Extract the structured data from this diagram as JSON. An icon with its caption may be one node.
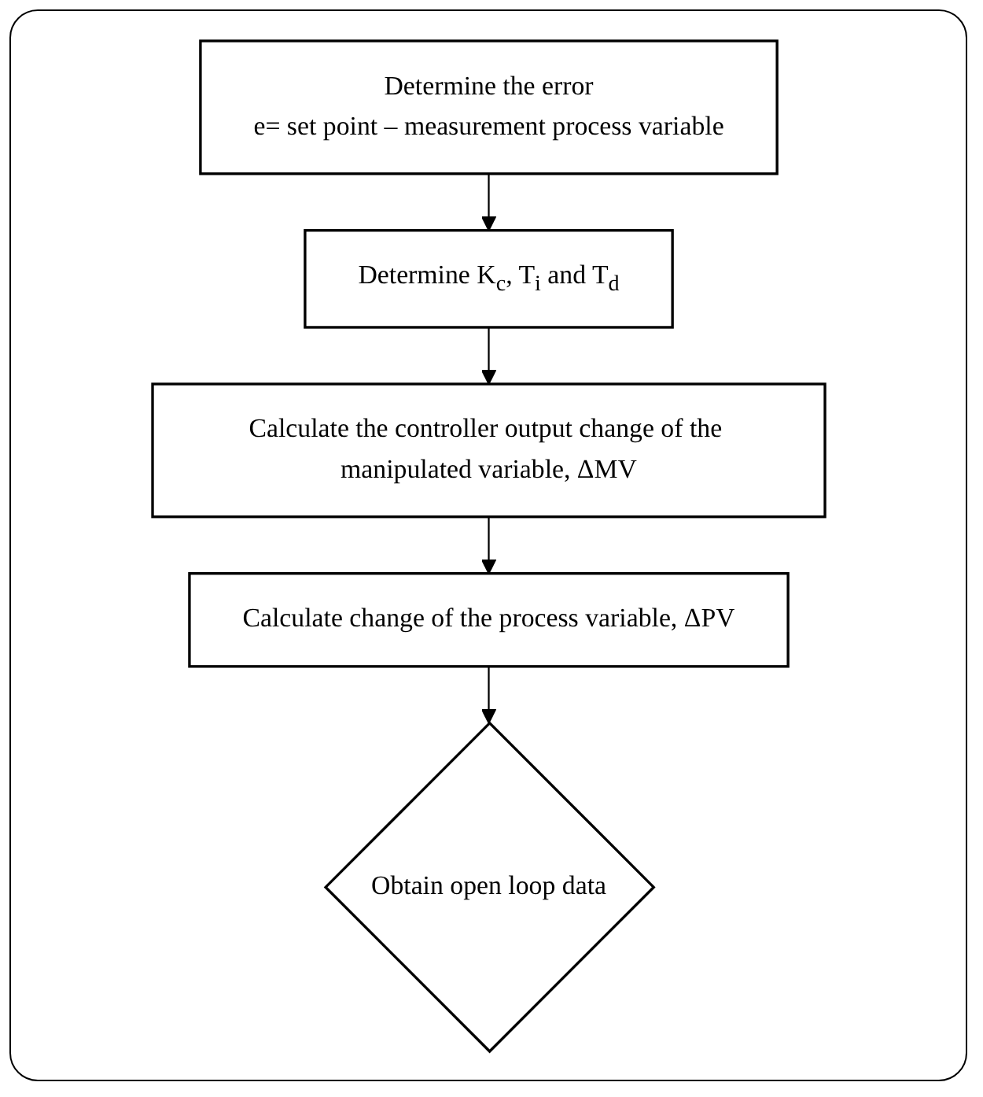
{
  "diagram": {
    "nodes": [
      {
        "text": [
          "Determine the error",
          "e= set point – measurement process variable"
        ]
      },
      {
        "text": [
          "Determine K$_{c}$, T$_{i}$ and T$_{d}$"
        ]
      },
      {
        "text": [
          "Calculate the controller output change of the manipulated variable, ΔMV"
        ]
      },
      {
        "text": [
          "Calculate change of the process variable, ΔPV"
        ]
      },
      {
        "text": [
          "Obtain open loop data"
        ]
      }
    ],
    "edges": [
      {
        "from": 0,
        "to": 1,
        "arrow": "to"
      },
      {
        "from": 1,
        "to": 2,
        "arrow": "to"
      },
      {
        "from": 2,
        "to": 3,
        "arrow": "to"
      },
      {
        "from": 3,
        "to": 4,
        "arrow": "to"
      }
    ]
  }
}
